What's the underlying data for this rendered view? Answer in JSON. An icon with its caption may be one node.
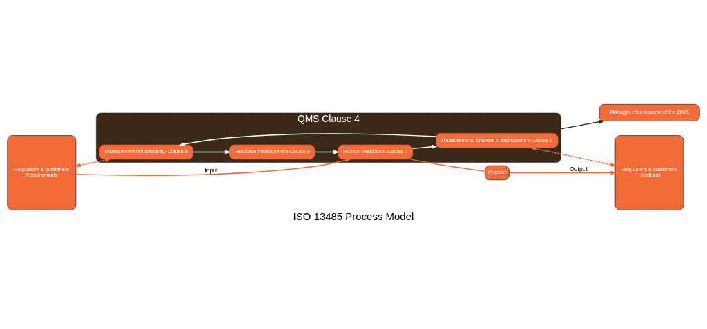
{
  "diagram": {
    "title": "ISO 13485 Process Model",
    "nodes": [
      {
        "text": [
          "Regulators & customers",
          "Requirements"
        ]
      },
      {
        "text": [
          "Managin effectiveness of the QMS"
        ]
      },
      {
        "text": [
          "QMS Clause 4"
        ]
      },
      {
        "text": [
          "Management responsibility Clause 5"
        ],
        "in": 2
      },
      {
        "text": [
          "Resource management Clause 6"
        ],
        "in": 2
      },
      {
        "text": [
          "Product realization Clause 7"
        ],
        "in": 2
      },
      {
        "text": [
          "Measurement, analysis & improvement Clause 8"
        ],
        "in": 2
      },
      {
        "text": [
          "Product"
        ]
      },
      {
        "text": [
          "Regulators & customers",
          "Feedback"
        ]
      }
    ],
    "edges": [
      {
        "from": 0,
        "to": 3,
        "arrow": "both",
        "style": "dashed"
      },
      {
        "from": 3,
        "to": 4,
        "arrow": "to",
        "color": "#ffffff"
      },
      {
        "from": 4,
        "to": 5,
        "arrow": "to",
        "color": "#ffffff"
      },
      {
        "from": 5,
        "to": 6,
        "arrow": "to",
        "color": "#ffffff"
      },
      {
        "from": 6,
        "to": 3,
        "arrow": "to",
        "color": "#ffffff"
      },
      {
        "from": 6,
        "to": 8,
        "arrow": "both",
        "style": "dashed"
      },
      {
        "from": 2,
        "to": 1,
        "arrow": "to",
        "color": "#3b2a1a"
      },
      {
        "from": 0,
        "to": 5,
        "arrow": "to",
        "label": "Input"
      },
      {
        "from": 5,
        "to": 7,
        "arrow": "none"
      },
      {
        "from": 7,
        "to": 8,
        "arrow": "to",
        "label": "Output"
      }
    ]
  }
}
